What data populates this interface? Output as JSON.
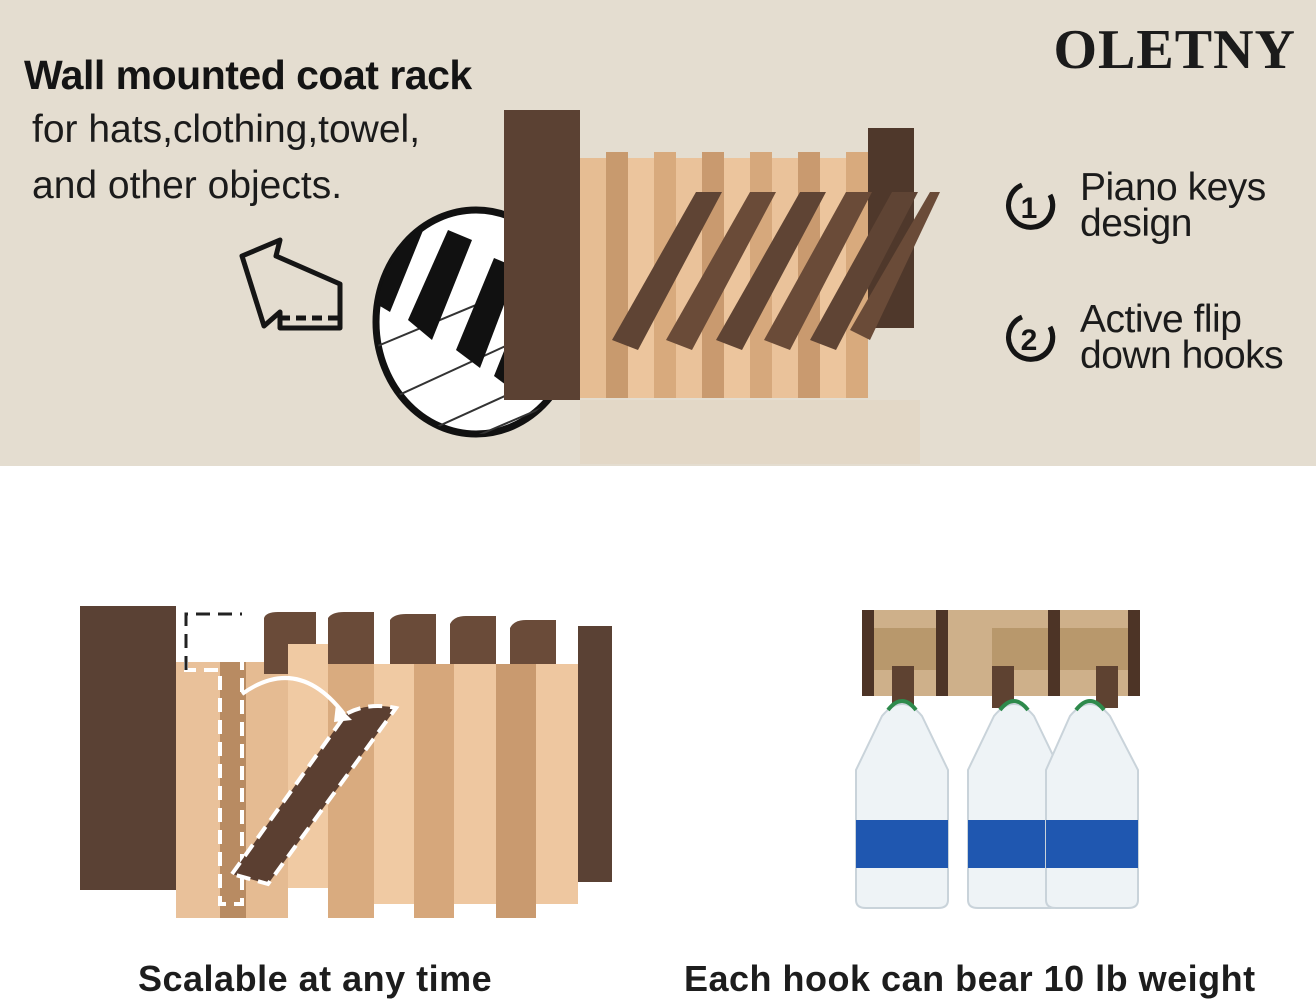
{
  "brand": "OLETNY",
  "headline": "Wall mounted coat rack",
  "subline1": "for hats,clothing,towel,",
  "subline2": "and other objects.",
  "features": [
    {
      "badge": "1",
      "line1": "Piano keys",
      "line2": "design"
    },
    {
      "badge": "2",
      "line1": "Active flip",
      "line2": "down hooks"
    }
  ],
  "captions": {
    "left": "Scalable at any time",
    "right": "Each hook can bear 10 lb weight"
  },
  "colors": {
    "banner_bg": "#e4ddd0",
    "walnut": "#5a4132",
    "beech": "#e8bf96",
    "bottle_label": "#1f57b0"
  },
  "icons": [
    "arrow-icon",
    "piano-keys-icon",
    "number-badge-icon"
  ]
}
